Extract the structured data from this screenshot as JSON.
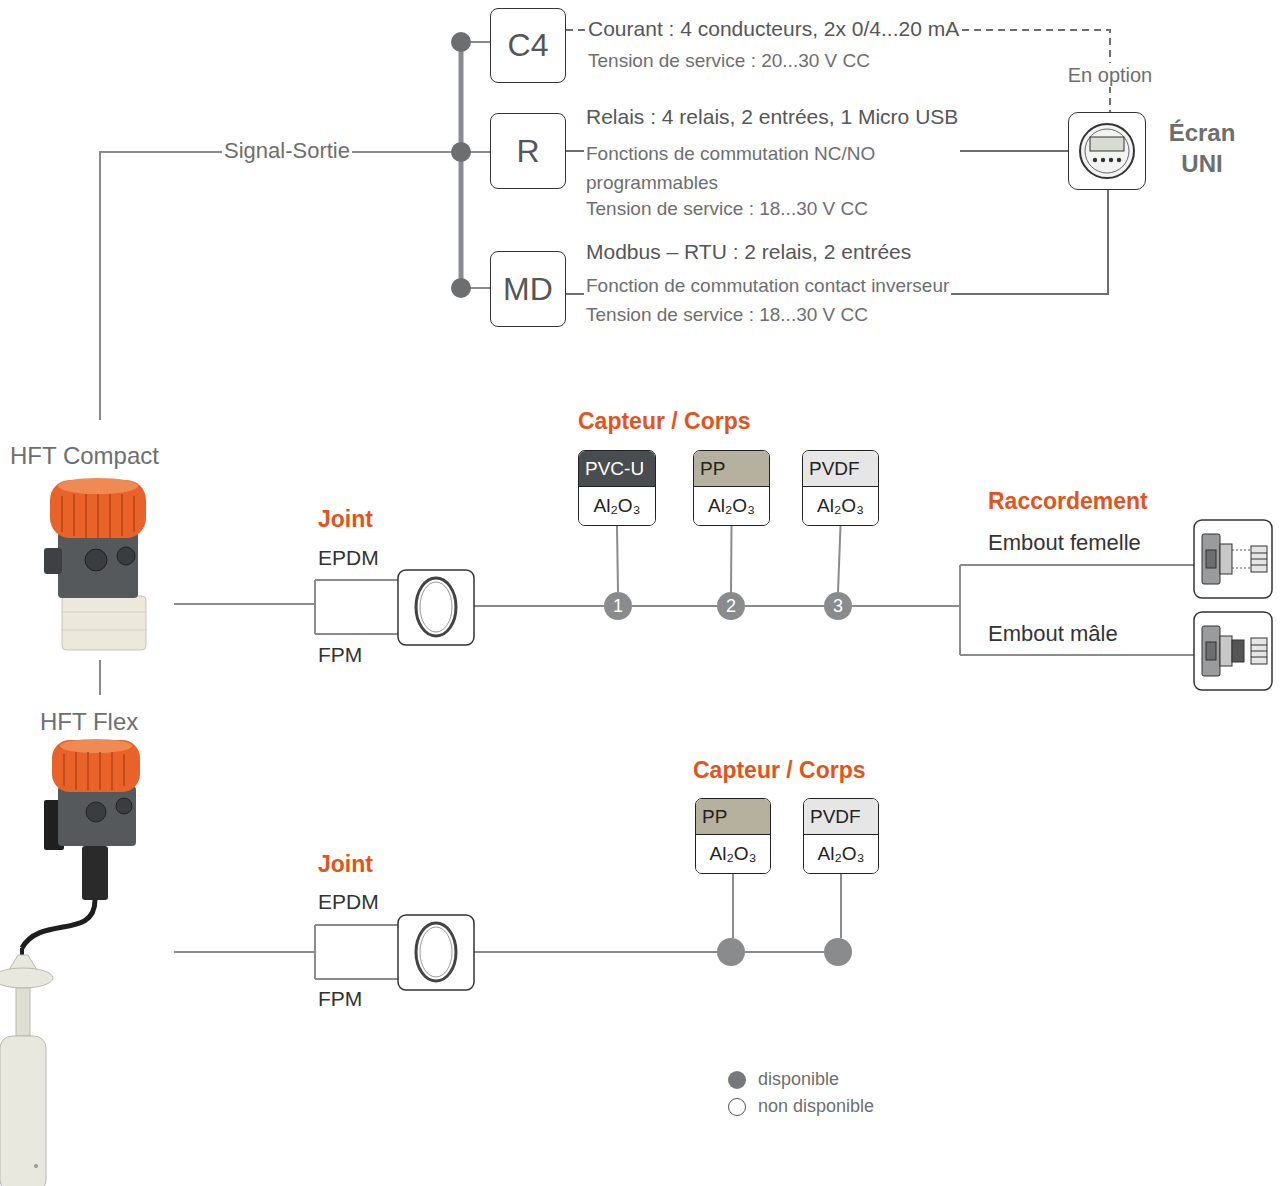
{
  "diagram": {
    "nodes": [
      {
        "text": [
          "C4"
        ]
      },
      {
        "text": [
          "R"
        ]
      },
      {
        "text": [
          "MD"
        ]
      },
      {
        "text": [
          "Écran UNI"
        ]
      },
      {
        "text": [
          "PVC-U",
          "Al₂O₃"
        ]
      },
      {
        "text": [
          "PP",
          "Al₂O₃"
        ]
      },
      {
        "text": [
          "PVDF",
          "Al₂O₃"
        ]
      },
      {
        "text": [
          "PP",
          "Al₂O₃"
        ]
      },
      {
        "text": [
          "PVDF",
          "Al₂O₃"
        ]
      },
      {
        "text": [
          "1"
        ]
      },
      {
        "text": [
          "2"
        ]
      },
      {
        "text": [
          "3"
        ]
      }
    ],
    "edges": [
      {
        "from": 0,
        "to": 3,
        "arrow": "none",
        "label": "En option"
      },
      {
        "from": 1,
        "to": 3,
        "arrow": "none"
      },
      {
        "from": 2,
        "to": 3,
        "arrow": "none"
      },
      {
        "from": 4,
        "to": 9,
        "arrow": "none"
      },
      {
        "from": 5,
        "to": 10,
        "arrow": "none"
      },
      {
        "from": 6,
        "to": 11,
        "arrow": "none"
      },
      {
        "from": 9,
        "to": 10,
        "arrow": "none"
      },
      {
        "from": 10,
        "to": 11,
        "arrow": "none"
      }
    ],
    "labels": [
      "Courant : 4 conducteurs, 2x 0/4...20 mA",
      "Tension de service : 20...30 V CC",
      "Relais : 4 relais, 2 entrées, 1 Micro USB",
      "Fonctions de commutation NC/NO programmables",
      "Tension de service : 18...30 V CC",
      "Modbus – RTU : 2 relais, 2 entrées",
      "Fonction de commutation contact inverseur",
      "Tension de service : 18...30 V CC",
      "Signal-Sortie",
      "HFT Compact",
      "Joint",
      "EPDM",
      "FPM",
      "Capteur / Corps",
      "Raccordement",
      "Embout femelle",
      "Embout mâle",
      "HFT Flex",
      "Joint",
      "EPDM",
      "FPM",
      "Capteur / Corps"
    ],
    "legend": [
      {
        "text": "disponible",
        "color": "#77787b"
      },
      {
        "text": "non disponible"
      }
    ]
  }
}
